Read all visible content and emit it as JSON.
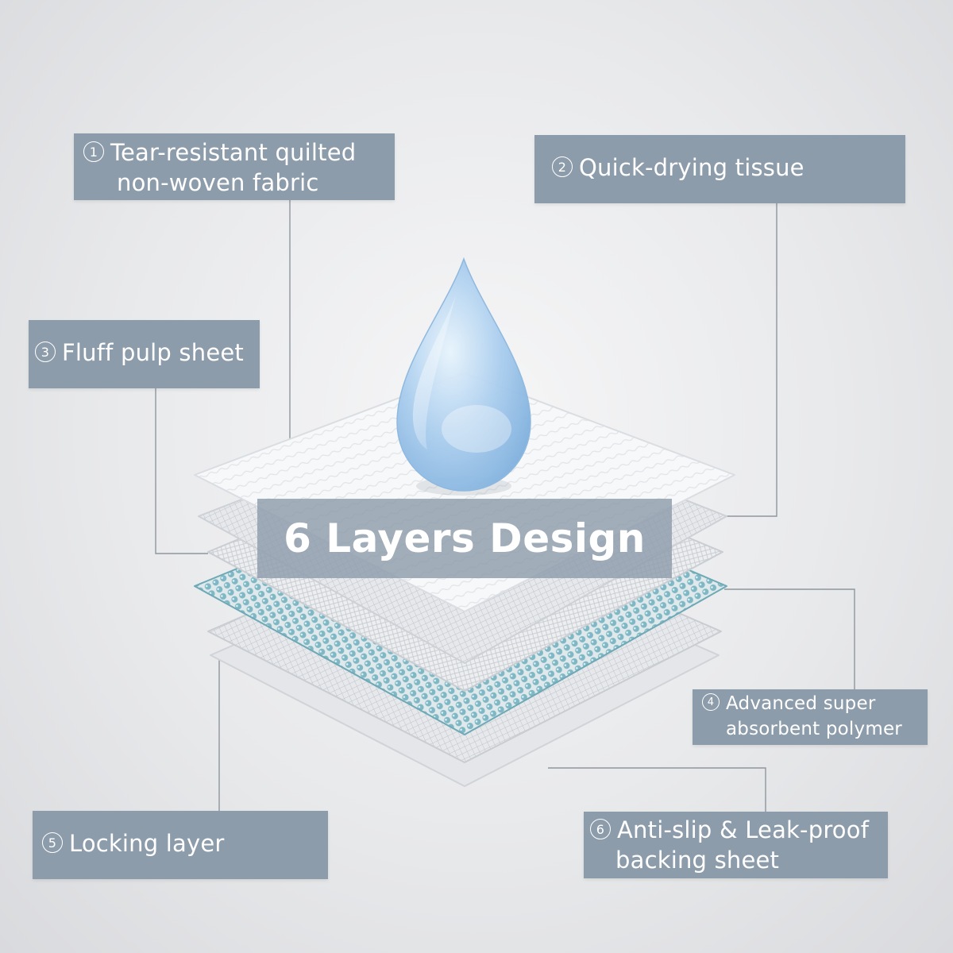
{
  "title": "6 Layers Design",
  "layers": [
    {
      "number": "1",
      "lines": [
        "Tear-resistant quilted",
        "non-woven fabric"
      ]
    },
    {
      "number": "2",
      "lines": [
        "Quick-drying tissue"
      ]
    },
    {
      "number": "3",
      "lines": [
        "Fluff pulp sheet"
      ]
    },
    {
      "number": "4",
      "lines": [
        "Advanced super",
        "absorbent polymer"
      ]
    },
    {
      "number": "5",
      "lines": [
        "Locking layer"
      ]
    },
    {
      "number": "6",
      "lines": [
        "Anti-slip & Leak-proof",
        "backing sheet"
      ]
    }
  ],
  "colors": {
    "label_bg": "#8d9cab",
    "label_text": "#ffffff",
    "droplet": "#9cc3e6",
    "sap_beads": "#7fb7c4",
    "background": "#e8e9eb"
  },
  "icons": [
    "water-drop-icon"
  ]
}
